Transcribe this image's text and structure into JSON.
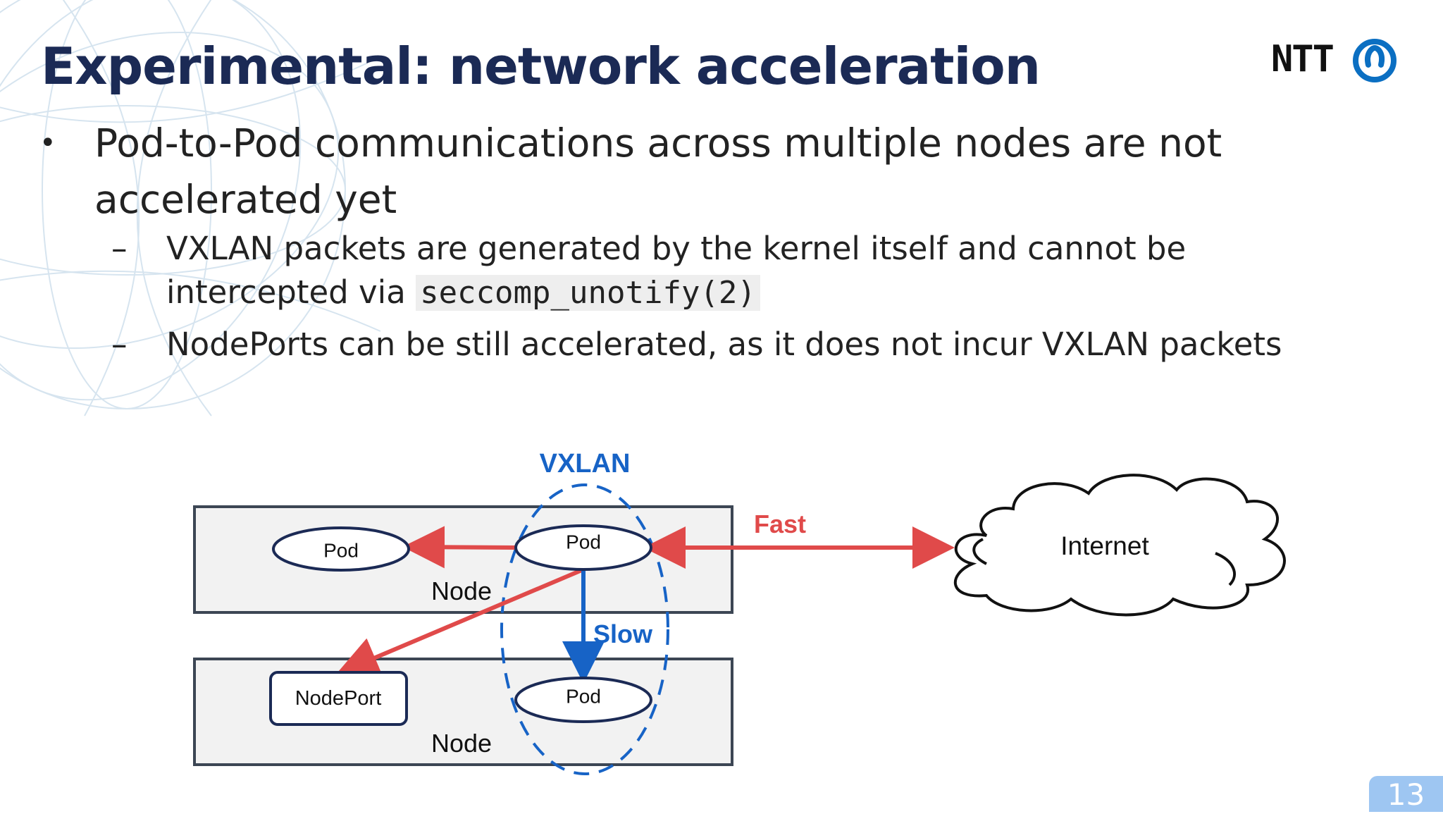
{
  "slide": {
    "title": "Experimental: network acceleration",
    "logo_text": "NTT",
    "page_number": "13"
  },
  "bullets": [
    {
      "text": "Pod-to-Pod communications across multiple nodes are not accelerated yet",
      "sub": [
        {
          "text_before": "VXLAN packets are generated by the kernel itself and cannot be intercepted via ",
          "code": "seccomp_unotify(2)"
        },
        {
          "text": "NodePorts can be still accelerated, as it does not incur VXLAN packets"
        }
      ]
    }
  ],
  "diagram": {
    "vxlan_label": "VXLAN",
    "fast_label": "Fast",
    "slow_label": "Slow",
    "node_top_label": "Node",
    "node_bottom_label": "Node",
    "pod_top_left": "Pod",
    "pod_top_center": "Pod",
    "pod_bottom_center": "Pod",
    "nodeport_label": "NodePort",
    "internet_label": "Internet",
    "colors": {
      "fast_arrow": "#e04a4a",
      "slow_arrow": "#1763c6",
      "vxlan": "#1763c6",
      "node_fill": "#f2f2f2",
      "node_stroke": "#3c4654"
    }
  }
}
